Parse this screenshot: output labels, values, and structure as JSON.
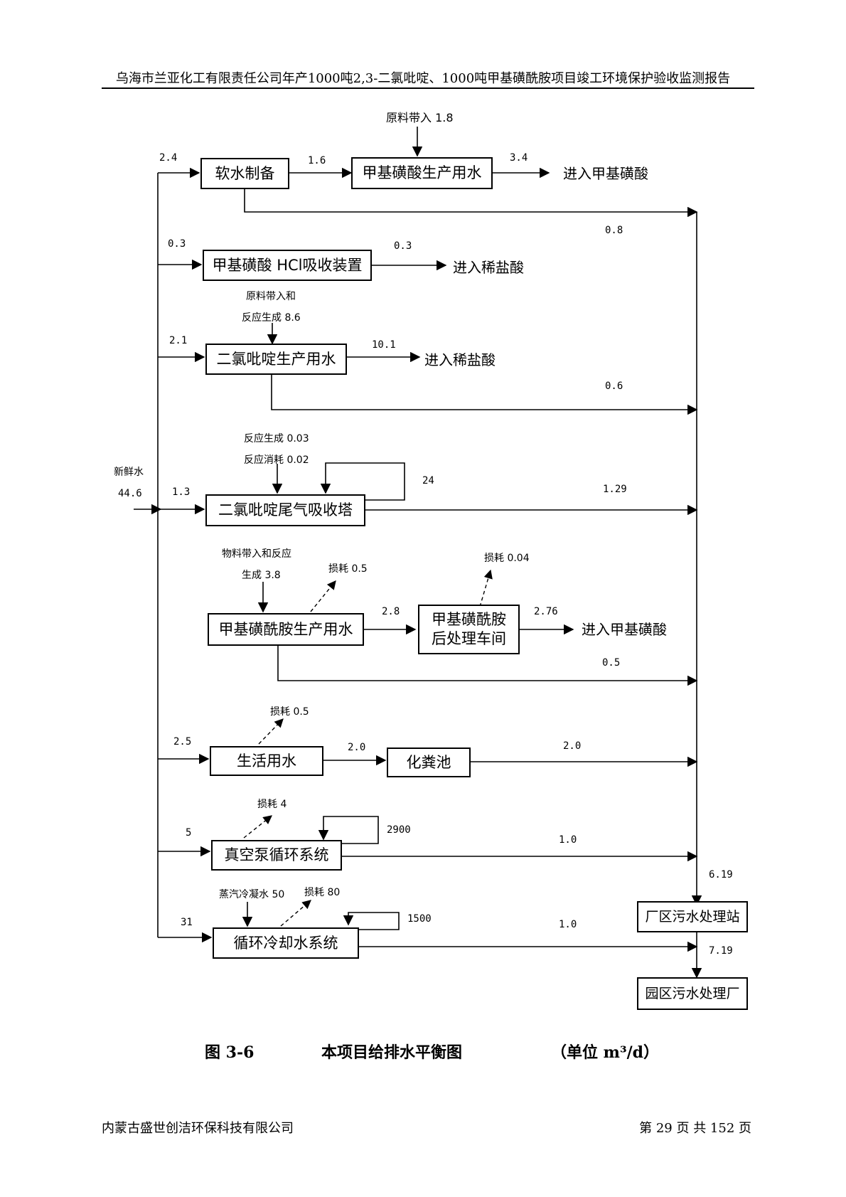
{
  "header": {
    "title": "乌海市兰亚化工有限责任公司年产1000吨2,3-二氯吡啶、1000吨甲基磺酰胺项目竣工环境保护验收监测报告"
  },
  "diagram": {
    "fresh_water": {
      "label": "新鲜水",
      "value": "44.6"
    },
    "units": {
      "soft_water": "软水制备",
      "msa_water": "甲基磺酸生产用水",
      "hcl_absorb": "甲基磺酸 HCl吸收装置",
      "dcp_water": "二氯吡啶生产用水",
      "tail_gas": "二氯吡啶尾气吸收塔",
      "msam_water": "甲基磺酰胺生产用水",
      "msam_post": "甲基磺酰胺\n后处理车间",
      "domestic": "生活用水",
      "septic": "化粪池",
      "vacuum": "真空泵循环系统",
      "cooling": "循环冷却水系统",
      "plant_wwtp": "厂区污水处理站",
      "park_wwtp": "园区污水处理厂"
    },
    "outputs": {
      "to_msa_1": "进入甲基磺酸",
      "to_hcl_1": "进入稀盐酸",
      "to_hcl_2": "进入稀盐酸",
      "to_msa_2": "进入甲基磺酸"
    },
    "notes": {
      "raw_in_msa": "原料带入 1.8",
      "dcp_raw_line1": "原料带入和",
      "dcp_raw_line2": "反应生成 8.6",
      "tail_gen": "反应生成 0.03",
      "tail_con": "反应消耗 0.02",
      "msam_raw_line1": "物料带入和反应",
      "msam_raw_line2": "生成 3.8",
      "msam_loss": "损耗 0.5",
      "post_loss": "损耗 0.04",
      "dom_loss": "损耗 0.5",
      "vac_loss": "损耗 4",
      "steam": "蒸汽冷凝水 50",
      "cool_loss": "损耗 80"
    },
    "flows": {
      "in_soft": "2.4",
      "soft_to_msa": "1.6",
      "msa_out": "3.4",
      "soft_drain": "0.8",
      "in_hcl": "0.3",
      "hcl_out": "0.3",
      "in_dcp": "2.1",
      "dcp_out": "10.1",
      "dcp_drain": "0.6",
      "in_tail": "1.3",
      "tail_recycle": "24",
      "tail_drain": "1.29",
      "msam_to_post": "2.8",
      "post_out": "2.76",
      "msam_drain": "0.5",
      "in_dom": "2.5",
      "dom_to_septic": "2.0",
      "septic_drain": "2.0",
      "in_vac": "5",
      "vac_recycle": "2900",
      "vac_drain": "1.0",
      "in_cool": "31",
      "cool_recycle": "1500",
      "cool_drain": "1.0",
      "wwtp_in": "6.19",
      "park_in": "7.19"
    }
  },
  "caption": {
    "figure": "图 3-6",
    "title": "本项目给排水平衡图",
    "unit": "（单位 m³/d）"
  },
  "footer": {
    "company": "内蒙古盛世创洁环保科技有限公司",
    "page": "第 29 页 共 152 页"
  }
}
